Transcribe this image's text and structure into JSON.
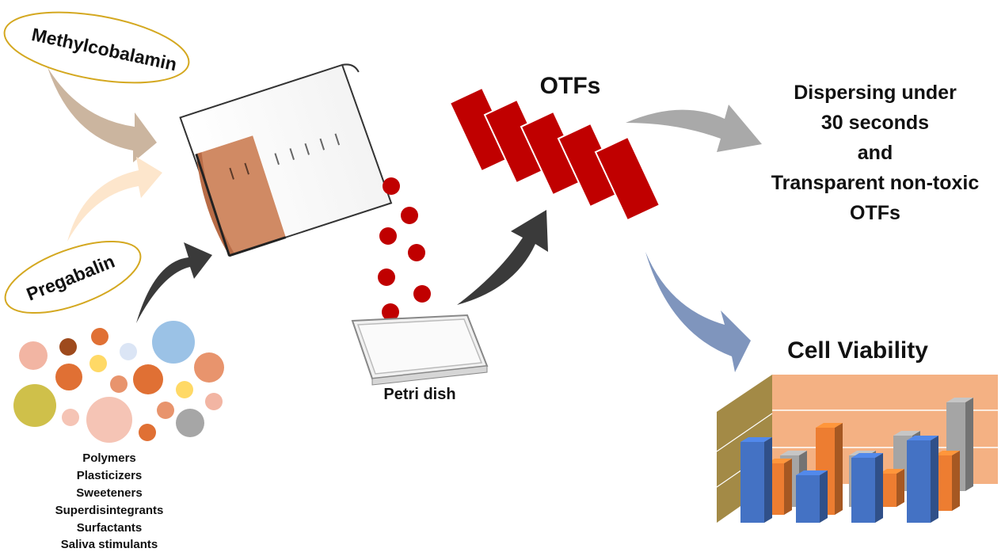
{
  "labels": {
    "methylcobalamin": "Methylcobalamin",
    "pregabalin": "Pregabalin",
    "otfs": "OTFs",
    "petri_dish": "Petri dish",
    "cell_viability": "Cell Viability"
  },
  "excipients": [
    "Polymers",
    "Plasticizers",
    "Sweeteners",
    "Superdisintegrants",
    "Surfactants",
    "Saliva stimulants"
  ],
  "outcome": [
    "Dispersing under",
    "30 seconds",
    "and",
    "Transparent non-toxic",
    "OTFs"
  ],
  "colors": {
    "otf_red": "#c00000",
    "drop_red": "#c00000",
    "liquid": "#d08a64",
    "arrow_dark": "#3a3a3a",
    "arrow_tan": "#cbb59f",
    "arrow_peach": "#fde6cc",
    "arrow_gray": "#a9a9a9",
    "arrow_blue": "#7f95bd",
    "ellipse_stroke": "#d4a820",
    "chart_back": "#f4b183",
    "chart_side": "#a38a46",
    "bar_blue": "#4472c4",
    "bar_orange": "#ed7d31",
    "bar_gray": "#a5a5a5"
  }
}
